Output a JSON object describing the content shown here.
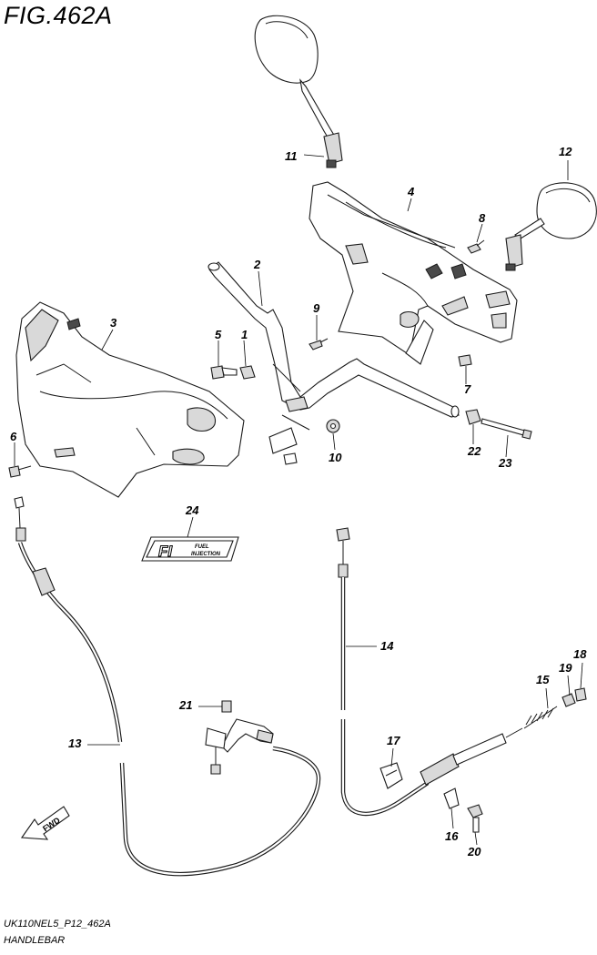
{
  "figure": {
    "title": "FIG.462A",
    "model_code": "UK110NEL5_P12_462A",
    "section_name": "HANDLEBAR"
  },
  "callouts": [
    {
      "id": "c1",
      "label": "1"
    },
    {
      "id": "c2",
      "label": "2"
    },
    {
      "id": "c3",
      "label": "3"
    },
    {
      "id": "c4",
      "label": "4"
    },
    {
      "id": "c5",
      "label": "5"
    },
    {
      "id": "c6",
      "label": "6"
    },
    {
      "id": "c7",
      "label": "7"
    },
    {
      "id": "c8",
      "label": "8"
    },
    {
      "id": "c9",
      "label": "9"
    },
    {
      "id": "c10",
      "label": "10"
    },
    {
      "id": "c11",
      "label": "11"
    },
    {
      "id": "c12",
      "label": "12"
    },
    {
      "id": "c13",
      "label": "13"
    },
    {
      "id": "c14",
      "label": "14"
    },
    {
      "id": "c15",
      "label": "15"
    },
    {
      "id": "c16",
      "label": "16"
    },
    {
      "id": "c17",
      "label": "17"
    },
    {
      "id": "c18",
      "label": "18"
    },
    {
      "id": "c19",
      "label": "19"
    },
    {
      "id": "c20",
      "label": "20"
    },
    {
      "id": "c21",
      "label": "21"
    },
    {
      "id": "c22",
      "label": "22"
    },
    {
      "id": "c23",
      "label": "23"
    },
    {
      "id": "c24",
      "label": "24"
    }
  ],
  "emblem": {
    "mark": "FI",
    "line1": "FUEL",
    "line2": "INJECTION"
  },
  "direction_arrow": {
    "label": "FWD"
  }
}
